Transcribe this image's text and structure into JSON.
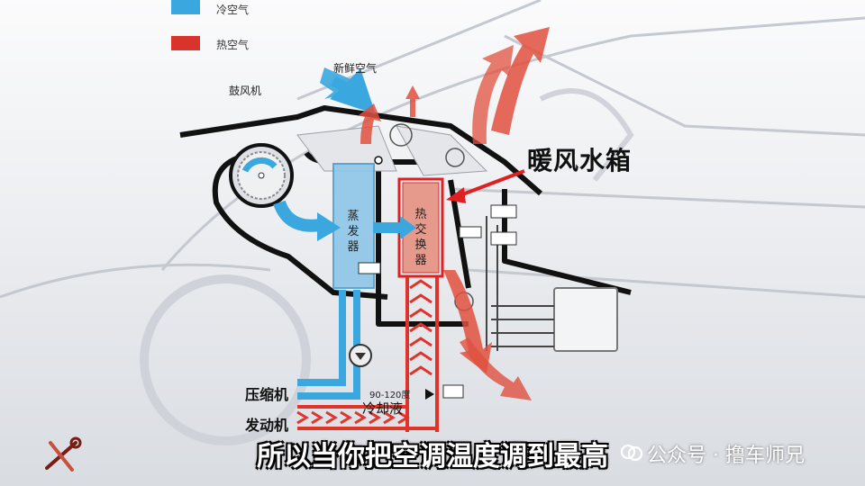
{
  "legend": {
    "cold_label": "冷空气",
    "hot_label": "热空气",
    "cold_color": "#3aa7df",
    "hot_color": "#d9342b"
  },
  "labels": {
    "fresh_air": "新鲜空气",
    "blower": "鼓风机",
    "evaporator": "蒸发器",
    "heat_exchanger": "热交换器",
    "compressor": "压缩机",
    "engine": "发动机",
    "temperature": "90-120度",
    "coolant": "冷却液"
  },
  "callout": {
    "text": "暖风水箱",
    "color": "#d9342b"
  },
  "subtitle": "所以当你把空调温度调到最高",
  "watermark": {
    "text": "公众号 · 撸车师兄",
    "icon": "wechat-public-account-icon"
  },
  "corner_logo": {
    "icon": "wrench-screwdriver-icon"
  }
}
